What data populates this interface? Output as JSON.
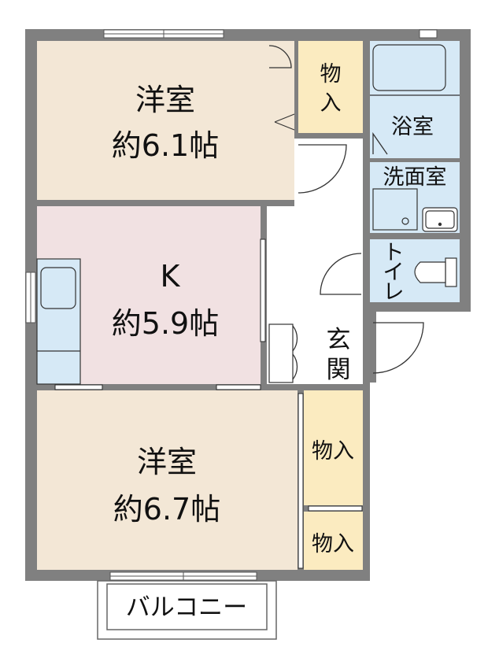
{
  "colors": {
    "wall": "#808080",
    "western_room": "#f3e7d6",
    "kitchen_room": "#f1e1e2",
    "storage": "#fbebc0",
    "wet_area": "#d6e9f6",
    "hall": "#ffffff",
    "outline": "#333333"
  },
  "rooms": {
    "western_top": {
      "name": "洋室",
      "size": "約6.1帖"
    },
    "kitchen": {
      "name": "K",
      "size": "約5.9帖"
    },
    "western_bottom": {
      "name": "洋室",
      "size": "約6.7帖"
    },
    "storage_top": {
      "line1": "物",
      "line2": "入"
    },
    "bath": {
      "name": "浴室"
    },
    "washroom": {
      "name": "洗面室"
    },
    "toilet": {
      "line1": "ト",
      "line2": "イ",
      "line3": "レ"
    },
    "entrance": {
      "line1": "玄",
      "line2": "関"
    },
    "storage_mid": {
      "name": "物入"
    },
    "storage_low": {
      "name": "物入"
    },
    "balcony": {
      "name": "バルコニー"
    }
  }
}
